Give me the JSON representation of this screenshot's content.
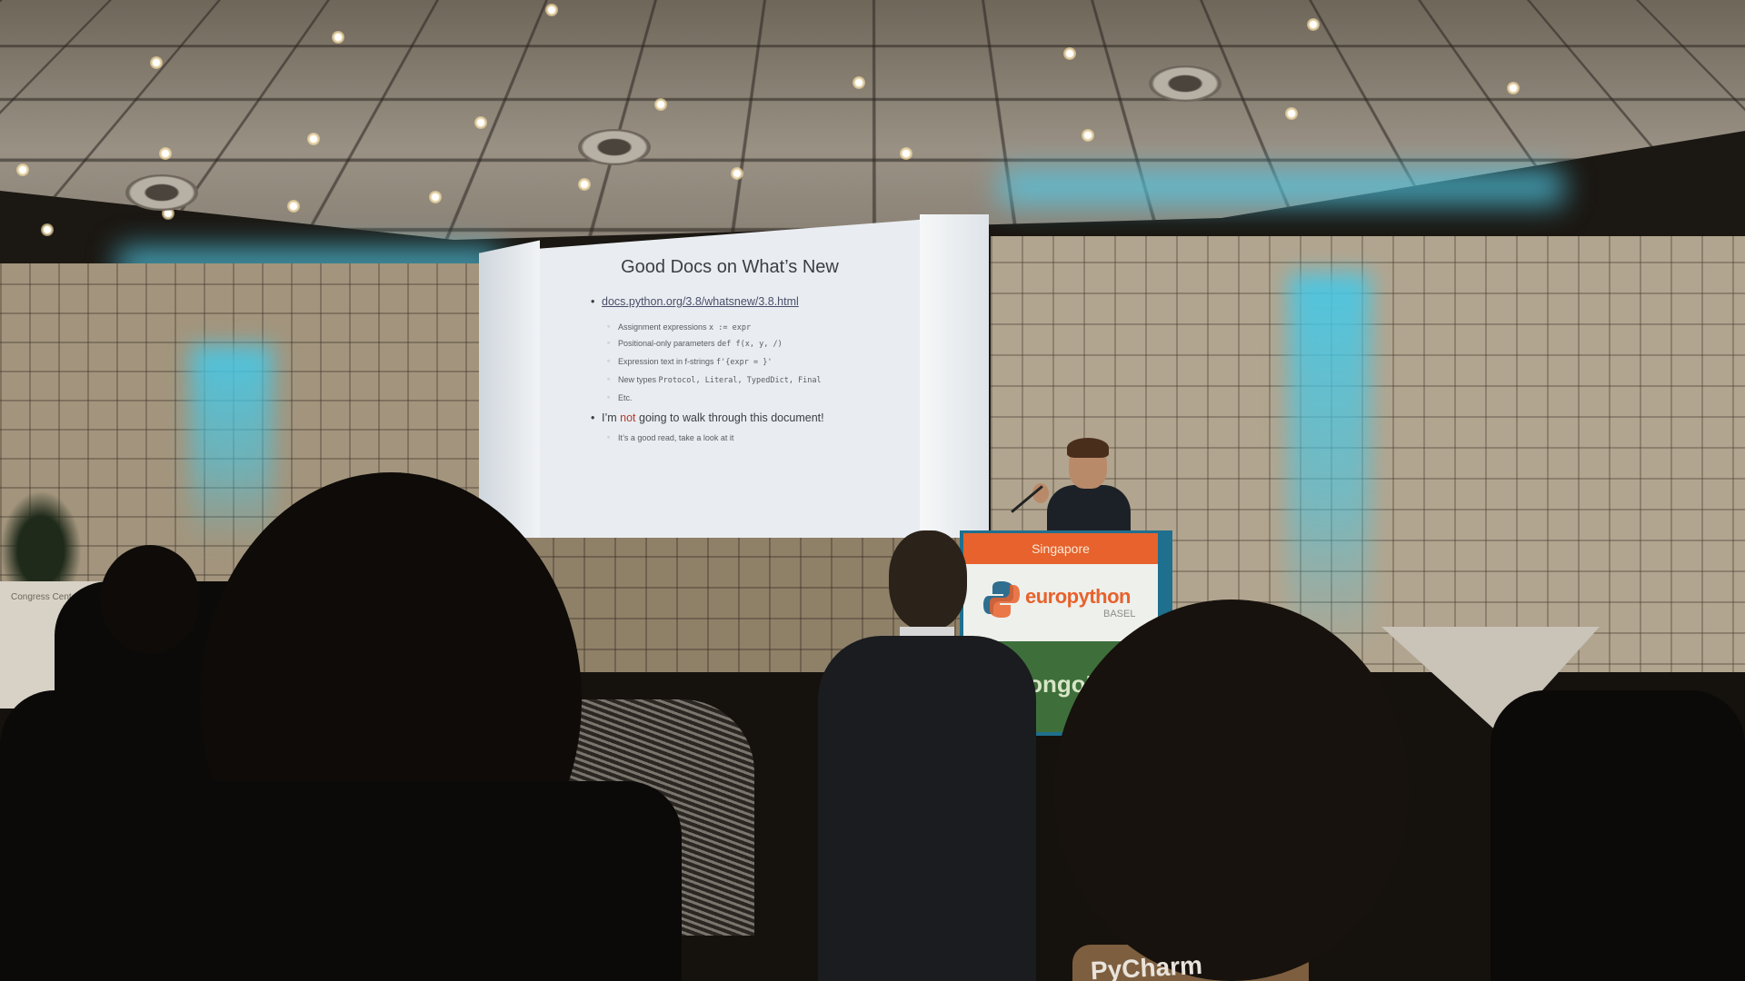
{
  "slide": {
    "title": "Good Docs on What’s New",
    "link": "docs.python.org/3.8/whatsnew/3.8.html",
    "subitems": [
      {
        "label": "Assignment expressions ",
        "code": "x := expr"
      },
      {
        "label": "Positional-only parameters ",
        "code": "def f(x, y, /)"
      },
      {
        "label": "Expression text in f-strings ",
        "code": "f'{expr = }'"
      },
      {
        "label": "New types ",
        "code": "Protocol, Literal, TypedDict, Final"
      },
      {
        "label": "Etc.",
        "code": ""
      }
    ],
    "bullet2_pre": "I’m ",
    "bullet2_not": "not",
    "bullet2_post": " going to walk through this document!",
    "bullet2_sub": "It’s a good read, take a look at it"
  },
  "podium": {
    "location": "Singapore",
    "brand": "europython",
    "brand_sub": "BASEL",
    "sponsor": "mongoD"
  },
  "desk_label": "Congress Center Basel",
  "shirt_text": "PyCharm",
  "colors": {
    "uplight": "#46c8e6",
    "podium_orange": "#e7622c",
    "podium_green": "#3e6f3b",
    "slide_bg": "#e9edf1"
  }
}
